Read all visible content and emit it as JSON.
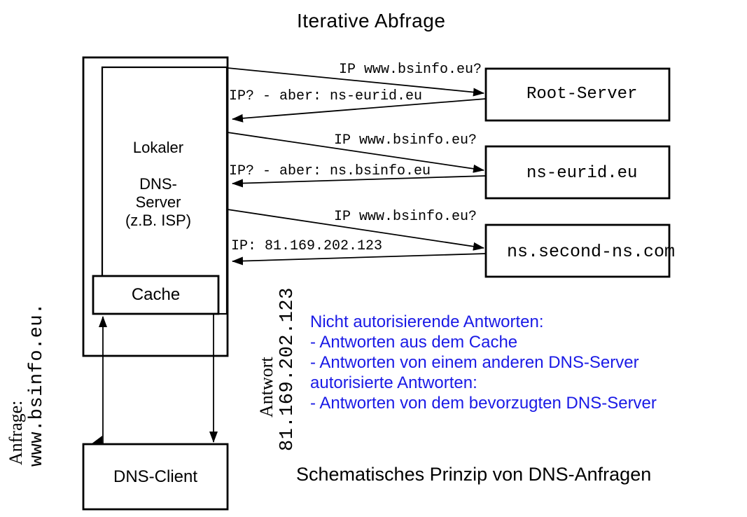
{
  "title": "Iterative Abfrage",
  "caption": "Schematisches Prinzip von DNS-Anfragen",
  "colors": {
    "note_blue": "#1a1ae6",
    "ink": "#000000"
  },
  "local_dns": {
    "name_lines": [
      "Lokaler",
      "DNS-",
      "Server",
      "(z.B. ISP)"
    ],
    "cache_label": "Cache"
  },
  "client": {
    "label": "DNS-Client"
  },
  "remote_servers": [
    {
      "label": "Root-Server"
    },
    {
      "label": "ns-eurid.eu"
    },
    {
      "label": "ns.second-ns.com"
    }
  ],
  "exchanges": [
    {
      "query": "IP www.bsinfo.eu?",
      "response": "IP? - aber: ns-eurid.eu"
    },
    {
      "query": "IP www.bsinfo.eu?",
      "response": "IP? - aber: ns.bsinfo.eu"
    },
    {
      "query": "IP www.bsinfo.eu?",
      "response": "IP: 81.169.202.123"
    }
  ],
  "anfrage": {
    "label": "Anfrage:",
    "value": "www.bsinfo.eu."
  },
  "antwort": {
    "label": "Antwort",
    "value": "81.169.202.123"
  },
  "notes": [
    "Nicht autorisierende Antworten:",
    "- Antworten aus dem Cache",
    "- Antworten von einem anderen DNS-Server",
    "autorisierte Antworten:",
    "- Antworten von dem bevorzugten DNS-Server"
  ]
}
